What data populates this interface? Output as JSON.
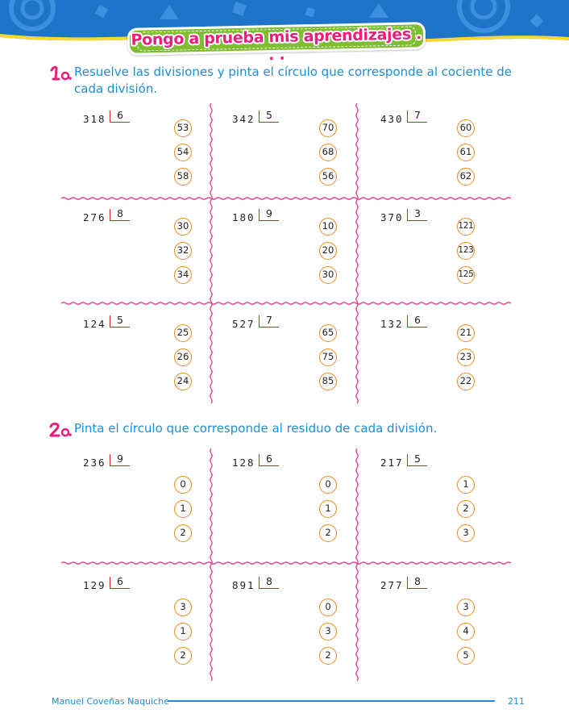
{
  "banner": {
    "title": "Pongo a prueba mis aprendizajes . . ."
  },
  "colors": {
    "accent_blue": "#1b8fd1",
    "title_pink": "#ec1e79",
    "pill_green": "#7fbe33",
    "circle_orange": "#f08a1c",
    "wave_pink": "#e0458f",
    "bracket_red": "#d4231e"
  },
  "section1": {
    "number": "1.",
    "instruction": "Resuelve las divisiones y pinta el círculo que corresponde al cociente de cada división.",
    "problems": [
      {
        "dividend": "318",
        "divisor": "6",
        "options": [
          "53",
          "54",
          "58"
        ]
      },
      {
        "dividend": "342",
        "divisor": "5",
        "options": [
          "70",
          "68",
          "56"
        ]
      },
      {
        "dividend": "430",
        "divisor": "7",
        "options": [
          "60",
          "61",
          "62"
        ]
      },
      {
        "dividend": "276",
        "divisor": "8",
        "options": [
          "30",
          "32",
          "34"
        ]
      },
      {
        "dividend": "180",
        "divisor": "9",
        "options": [
          "10",
          "20",
          "30"
        ]
      },
      {
        "dividend": "370",
        "divisor": "3",
        "options": [
          "121",
          "123",
          "125"
        ]
      },
      {
        "dividend": "124",
        "divisor": "5",
        "options": [
          "25",
          "26",
          "24"
        ]
      },
      {
        "dividend": "527",
        "divisor": "7",
        "options": [
          "65",
          "75",
          "85"
        ]
      },
      {
        "dividend": "132",
        "divisor": "6",
        "options": [
          "21",
          "23",
          "22"
        ]
      }
    ]
  },
  "section2": {
    "number": "2.",
    "instruction": "Pinta el círculo que corresponde al residuo de cada división.",
    "problems": [
      {
        "dividend": "236",
        "divisor": "9",
        "options": [
          "0",
          "1",
          "2"
        ]
      },
      {
        "dividend": "128",
        "divisor": "6",
        "options": [
          "0",
          "1",
          "2"
        ]
      },
      {
        "dividend": "217",
        "divisor": "5",
        "options": [
          "1",
          "2",
          "3"
        ]
      },
      {
        "dividend": "129",
        "divisor": "6",
        "options": [
          "3",
          "1",
          "2"
        ]
      },
      {
        "dividend": "891",
        "divisor": "8",
        "options": [
          "0",
          "3",
          "2"
        ]
      },
      {
        "dividend": "277",
        "divisor": "8",
        "options": [
          "3",
          "4",
          "5"
        ]
      }
    ]
  },
  "footer": {
    "author": "Manuel Coveñas Naquiche",
    "page": "211"
  }
}
